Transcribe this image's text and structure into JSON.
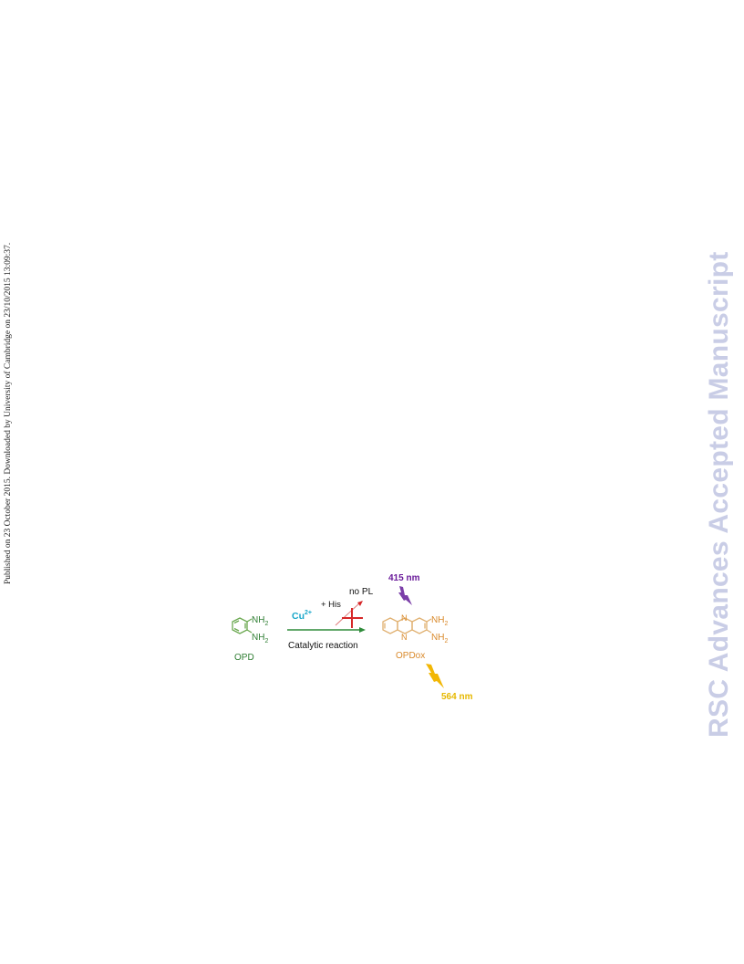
{
  "side_note": "Published on 23 October 2015. Downloaded by University of Cambridge on 23/10/2015 13:09:37.",
  "watermark": "RSC Advances Accepted Manuscript",
  "scheme": {
    "reactant": {
      "name": "OPD",
      "group1": "NH",
      "group1_sub": "2",
      "group2": "NH",
      "group2_sub": "2"
    },
    "catalyst": "Cu",
    "catalyst_charge": "2+",
    "additive": "+ His",
    "blocked_result": "no PL",
    "reaction_label": "Catalytic reaction",
    "product": {
      "name": "OPDox",
      "ring_atom_top": "N",
      "ring_atom_bottom": "N",
      "group1": "NH",
      "group1_sub": "2",
      "group2": "NH",
      "group2_sub": "2"
    },
    "excitation": "415 nm",
    "emission": "564 nm"
  },
  "colors": {
    "side_note": "#222222",
    "watermark": "#c9cde6",
    "opd": "#2e7d32",
    "opd_structure": "#6aa84f",
    "cu": "#17a6c9",
    "arrow": "#2e8b3a",
    "cross": "#d62728",
    "opdox": "#d9892a",
    "opdox_structure": "#e0b070",
    "excitation": "#6a1b9a",
    "emission": "#e6b800",
    "text": "#111111"
  },
  "icons": {
    "excitation": "lightning-bolt-icon",
    "emission": "lightning-bolt-icon",
    "blocked": "red-cross-icon"
  }
}
